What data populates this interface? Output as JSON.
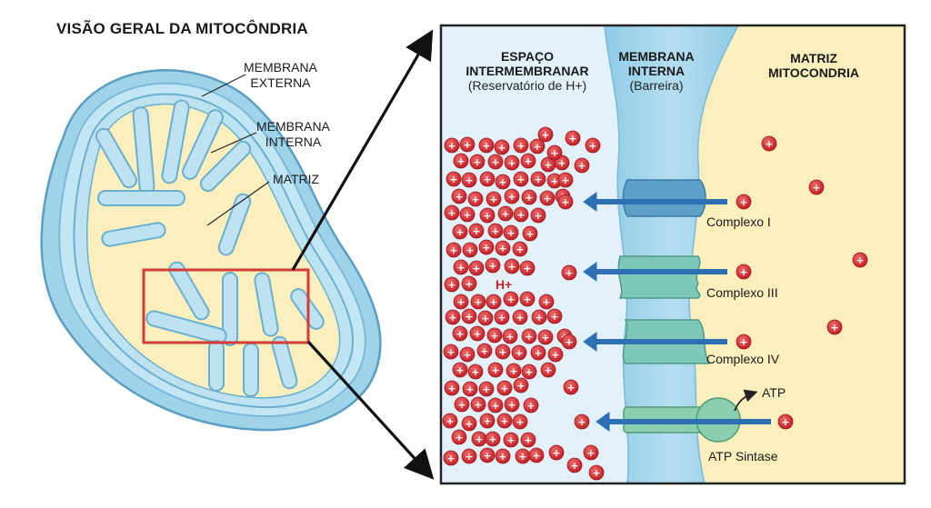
{
  "title": "VISÃO GERAL DA MITOCÔNDRIA",
  "overview_labels": {
    "outer_membrane": [
      "MEMBRANA",
      "EXTERNA"
    ],
    "inner_membrane": [
      "MEMBRANA",
      "INTERNA"
    ],
    "matrix": "MATRIZ"
  },
  "zoom": {
    "intermembrane_space": {
      "title_lines": [
        "ESPAÇO",
        "INTERMEMBRANAR"
      ],
      "subtitle": "(Reservatório de H+)"
    },
    "inner_membrane": {
      "title_lines": [
        "MEMBRANA",
        "INTERNA"
      ],
      "subtitle": "(Barreira)"
    },
    "matrix": {
      "title_lines": [
        "MATRIZ",
        "MITOCONDRIA"
      ]
    },
    "proton_label": "H+",
    "proton_symbol": "+",
    "complexes": [
      "Complexo I",
      "Complexo III",
      "Complexo IV"
    ],
    "atp_synthase": "ATP Sintase",
    "atp": "ATP"
  },
  "colors": {
    "outer_blue": "#a8d8ee",
    "membrane_blue": "#bde3f2",
    "matrix_yellow": "#fbefbe",
    "intermembrane_bg": "#e3f2fa",
    "zoom_box": "#d83a34",
    "proton_red": "#d8323a",
    "protein_teal": "#7fc7b8",
    "arrow_blue": "#2d6fb3"
  }
}
